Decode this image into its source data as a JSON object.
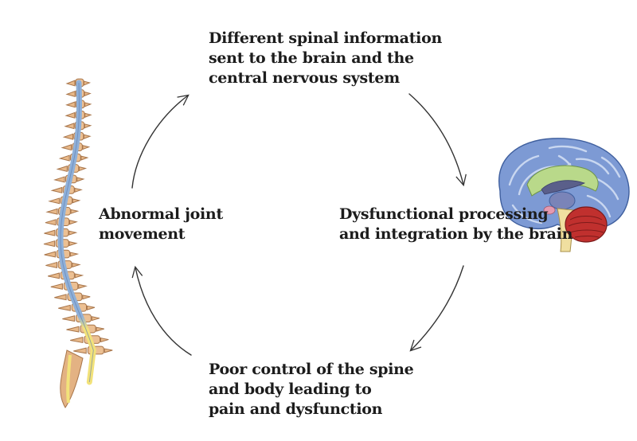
{
  "diagram": {
    "nodes": [
      {
        "id": "spinal-info",
        "lines": [
          "Different spinal information",
          "sent to the brain and the",
          "central nervous system"
        ]
      },
      {
        "id": "brain-processing",
        "lines": [
          "Dysfunctional processing",
          "and integration by the brain"
        ]
      },
      {
        "id": "poor-control",
        "lines": [
          "Poor control of the spine",
          "and body leading to",
          "pain and dysfunction"
        ]
      },
      {
        "id": "abnormal-joint",
        "lines": [
          "Abnormal joint",
          "movement"
        ]
      }
    ],
    "edges": [
      {
        "from": "abnormal-joint",
        "to": "spinal-info"
      },
      {
        "from": "spinal-info",
        "to": "brain-processing"
      },
      {
        "from": "brain-processing",
        "to": "poor-control"
      },
      {
        "from": "poor-control",
        "to": "abnormal-joint"
      }
    ],
    "illustrations": [
      "spine-illustration",
      "brain-illustration"
    ],
    "colors": {
      "text": "#1c1c1c",
      "arrow": "#333333",
      "bone": "#e8b98a",
      "bone_outline": "#a8754a",
      "spinal_cord": "#8fb0d8",
      "cord_tail": "#f2e27a",
      "brain_blue": "#6f8fcf",
      "brain_green": "#b9d98a",
      "cerebellum": "#c0302e"
    }
  }
}
